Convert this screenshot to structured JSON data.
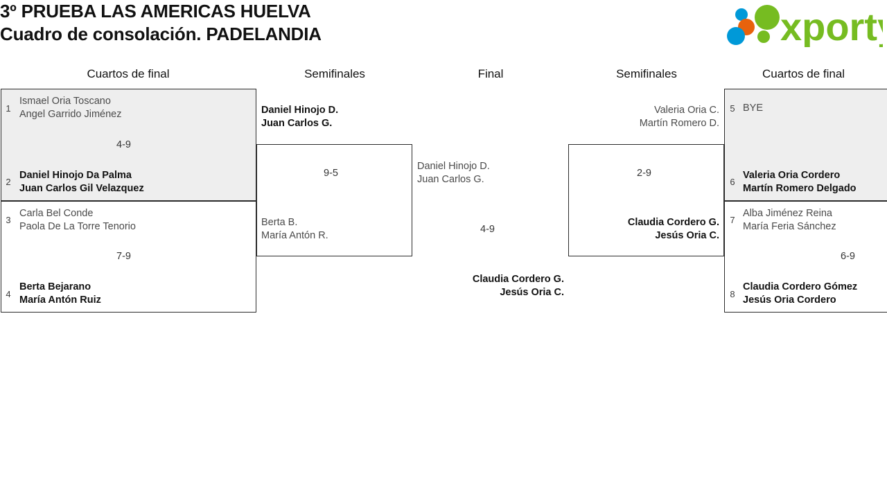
{
  "header": {
    "title_line1": "3º PRUEBA LAS AMERICAS HUELVA",
    "title_line2": "Cuadro de consolación. PADELANDIA",
    "logo_text": "xporty",
    "logo_colors": {
      "green": "#76bc21",
      "orange": "#e8620c",
      "blue": "#0099d8"
    }
  },
  "rounds": [
    {
      "label": "Cuartos de final"
    },
    {
      "label": "Semifinales"
    },
    {
      "label": "Final"
    },
    {
      "label": "Semifinales"
    },
    {
      "label": "Cuartos de final"
    }
  ],
  "left_quarterfinals": [
    {
      "score": "4-9",
      "top": {
        "seed": "1",
        "player1": "Ismael Oria Toscano",
        "player2": "Angel Garrido Jiménez",
        "winner": false
      },
      "bottom": {
        "seed": "2",
        "player1": "Daniel Hinojo Da Palma",
        "player2": "Juan Carlos Gil Velazquez",
        "winner": true
      }
    },
    {
      "score": "7-9",
      "top": {
        "seed": "3",
        "player1": "Carla Bel Conde",
        "player2": "Paola De La Torre Tenorio",
        "winner": false
      },
      "bottom": {
        "seed": "4",
        "player1": "Berta Bejarano",
        "player2": "María Antón Ruiz",
        "winner": true
      }
    }
  ],
  "left_semifinal": {
    "score": "9-5",
    "top": {
      "player1": "Daniel Hinojo D.",
      "player2": "Juan Carlos G.",
      "winner": true
    },
    "bottom": {
      "player1": "Berta B.",
      "player2": "María Antón R.",
      "winner": false
    }
  },
  "final": {
    "score": "4-9",
    "top": {
      "player1": "Daniel Hinojo D.",
      "player2": "Juan Carlos G.",
      "winner": false
    },
    "bottom": {
      "player1": "Claudia Cordero G.",
      "player2": "Jesús Oria C.",
      "winner": true
    }
  },
  "right_semifinal": {
    "score": "2-9",
    "top": {
      "player1": "Valeria Oria C.",
      "player2": "Martín Romero D.",
      "winner": false
    },
    "bottom": {
      "player1": "Claudia Cordero G.",
      "player2": "Jesús Oria C.",
      "winner": true
    }
  },
  "right_quarterfinals": [
    {
      "score": "",
      "top": {
        "seed": "5",
        "player1": "BYE",
        "player2": "",
        "winner": false
      },
      "bottom": {
        "seed": "6",
        "player1": "Valeria Oria Cordero",
        "player2": "Martín Romero Delgado",
        "winner": true
      }
    },
    {
      "score": "6-9",
      "top": {
        "seed": "7",
        "player1": "Alba Jiménez Reina",
        "player2": "María Feria Sánchez",
        "winner": false
      },
      "bottom": {
        "seed": "8",
        "player1": "Claudia Cordero Gómez",
        "player2": "Jesús Oria Cordero",
        "winner": true
      }
    }
  ]
}
